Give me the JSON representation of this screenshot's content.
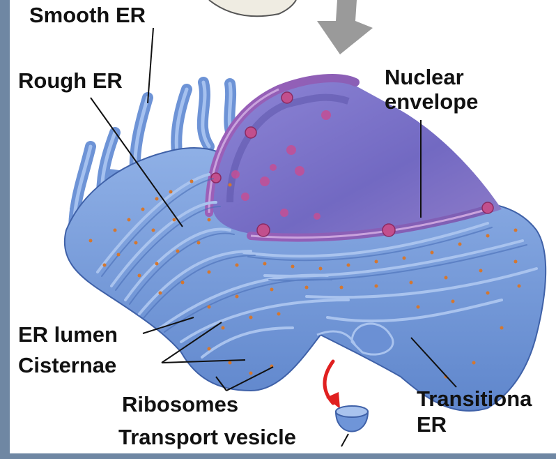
{
  "labels": {
    "smooth_er": "Smooth ER",
    "rough_er": "Rough ER",
    "nuclear_envelope_line1": "Nuclear",
    "nuclear_envelope_line2": "envelope",
    "er_lumen": "ER lumen",
    "cisternae": "Cisternae",
    "ribosomes": "Ribosomes",
    "transport_vesicle": "Transport vesicle",
    "transitional_er_line1": "Transitiona",
    "transitional_er_line2": "ER"
  },
  "colors": {
    "frame": "#6f87a3",
    "er_membrane": "#7aa0dc",
    "er_dark": "#4f74bb",
    "er_light": "#a9c3ee",
    "nucleus": "#7a73c8",
    "nuclear_pore": "#c24f8d",
    "ribosome": "#d4772f",
    "arrow_gray": "#9a9a9a",
    "arrow_red": "#e02020",
    "leader_line": "#111111"
  }
}
